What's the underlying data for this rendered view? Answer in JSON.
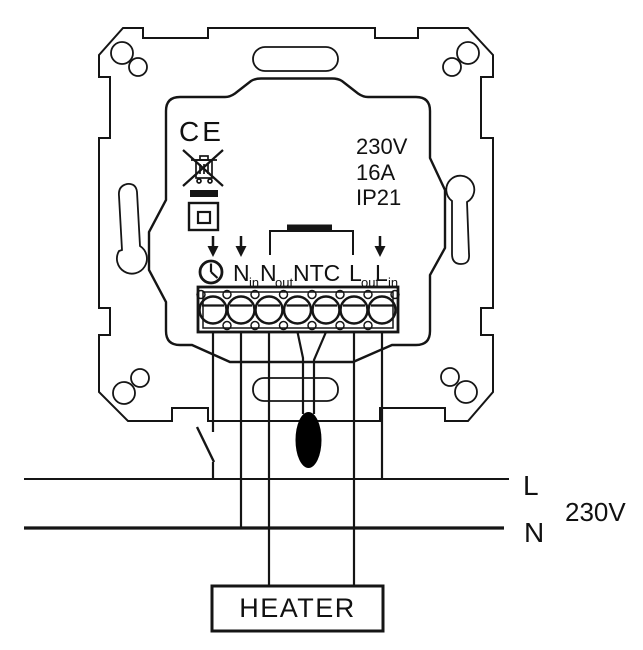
{
  "diagram": {
    "title": "thermostat-wiring-diagram",
    "device_markings": {
      "ce_mark": "CE",
      "voltage": "230V",
      "current": "16A",
      "ip_rating": "IP21"
    },
    "icons": {
      "clock": "clock-icon",
      "weee": "weee-crossed-bin-icon",
      "class2": "double-insulation-icon",
      "arrows": "down-arrow-icon",
      "ntc_sensor": "ntc-probe-icon",
      "switch": "switch-contact-symbol"
    },
    "terminals": {
      "labels": [
        {
          "main": "N",
          "sub": "in"
        },
        {
          "main": "N",
          "sub": "out"
        },
        {
          "main": "NTC",
          "sub": ""
        },
        {
          "main": "L",
          "sub": "out"
        },
        {
          "main": "L",
          "sub": "in"
        }
      ]
    },
    "supply": {
      "line_label": "L",
      "neutral_label": "N",
      "voltage_label": "230V"
    },
    "load": {
      "label": "HEATER"
    },
    "colors": {
      "ink": "#151515",
      "background": "#ffffff"
    }
  }
}
